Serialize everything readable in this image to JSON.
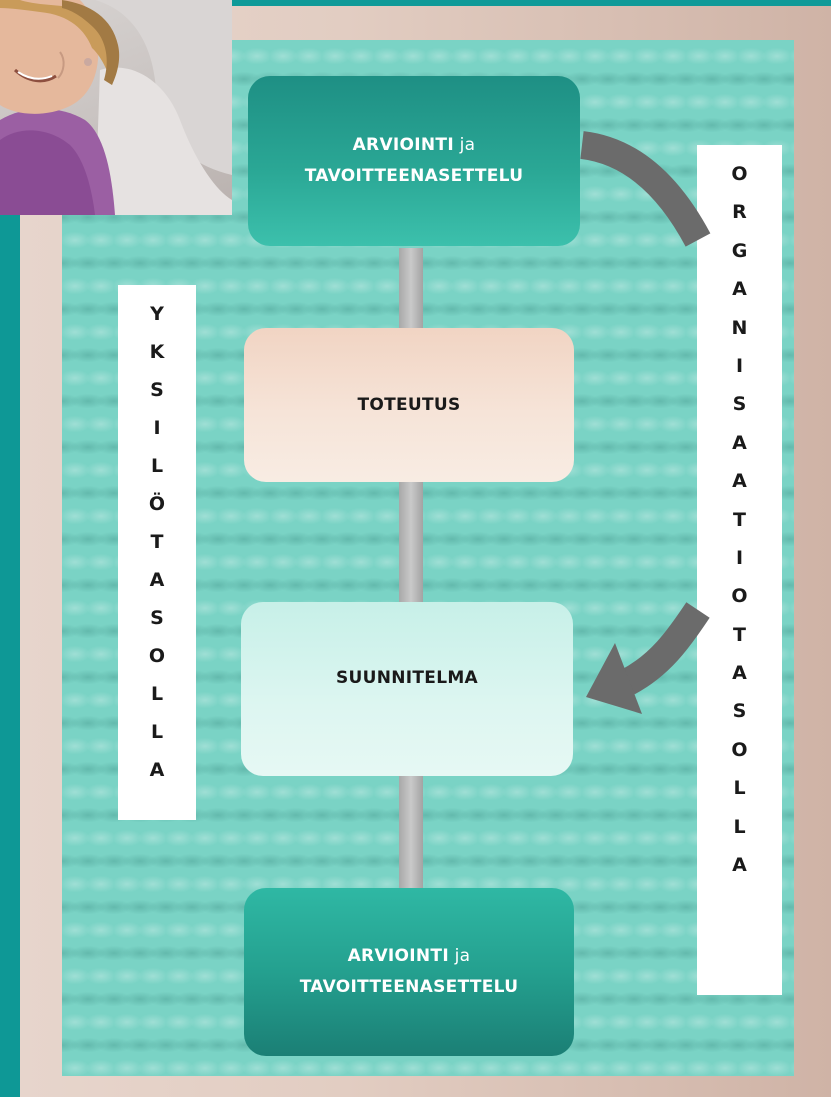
{
  "diagram": {
    "box_top": {
      "line1_main": "ARVIOINTI",
      "line1_suffix": " ja",
      "line2": "TAVOITTEENASETTELU"
    },
    "box_implementation": {
      "label": "TOTEUTUS"
    },
    "box_plan": {
      "label": "SUUNNITELMA"
    },
    "box_bottom": {
      "line1_main": "ARVIOINTI",
      "line1_suffix": " ja",
      "line2": "TAVOITTEENASETTELU"
    },
    "left_label": {
      "letters": [
        "Y",
        "K",
        "S",
        "I",
        "L",
        "Ö",
        "T",
        "A",
        "S",
        "O",
        "L",
        "L",
        "A"
      ]
    },
    "right_label": {
      "letters": [
        "O",
        "R",
        "G",
        "A",
        "N",
        "I",
        "S",
        "A",
        "A",
        "T",
        "I",
        "O",
        "T",
        "A",
        "S",
        "O",
        "L",
        "L",
        "A"
      ]
    }
  },
  "colors": {
    "accent_teal": "#0f9a98",
    "box_dark": "#24a08f",
    "box_peach": "#f3dccd",
    "box_mint": "#d8f4ee",
    "arrow_gray": "#6b6b6b",
    "knit_background": "#7ad3c5"
  }
}
